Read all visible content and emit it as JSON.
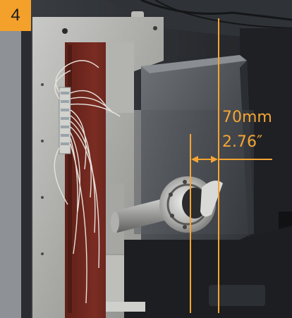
{
  "badge": {
    "number": "4"
  },
  "dimension": {
    "metric": "70mm",
    "imperial": "2.76″"
  },
  "colors": {
    "accent": "#f3a12a",
    "dimension_lines": "#f4a533"
  }
}
